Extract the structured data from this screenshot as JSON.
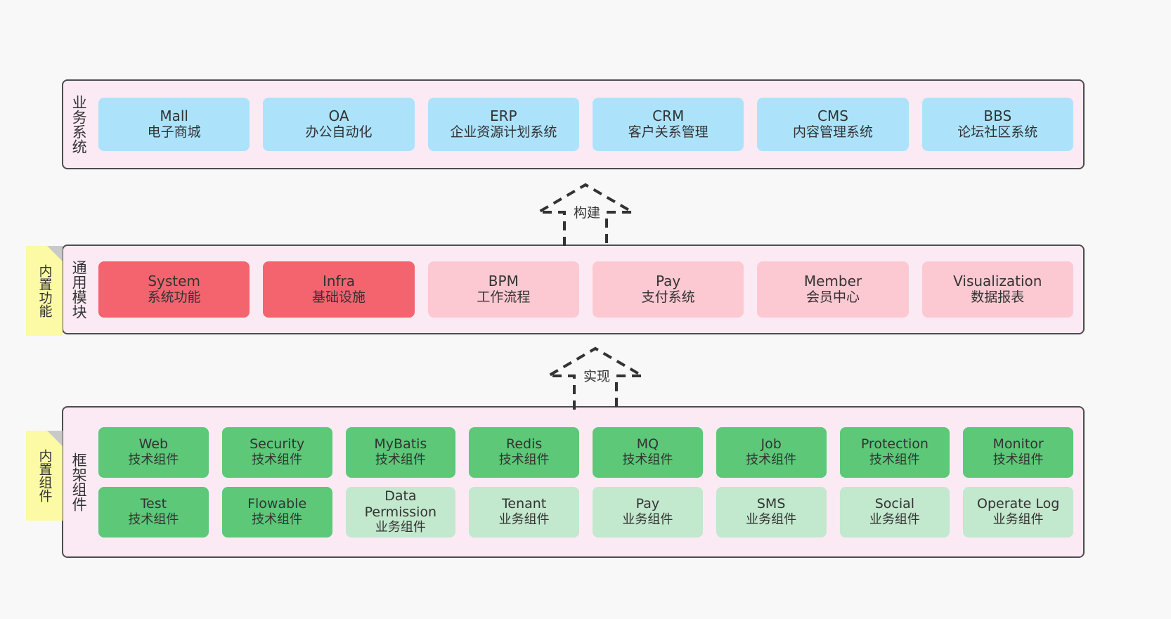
{
  "diagram": {
    "background_color": "#f8f8f8",
    "panel_color": "#fbeaf4",
    "panel_border_color": "#4d4d4d",
    "note_color": "#fcfaa4"
  },
  "notes": [
    {
      "name": "built-in-functions",
      "label": "内置功能"
    },
    {
      "name": "built-in-components",
      "label": "内置组件"
    }
  ],
  "arrows": [
    {
      "name": "build",
      "label": "构建",
      "style": "dashed-hollow-up"
    },
    {
      "name": "implement",
      "label": "实现",
      "style": "dashed-hollow-up"
    }
  ],
  "layers": [
    {
      "name": "business-systems",
      "label": "业务系统",
      "rows": [
        {
          "cells": [
            {
              "title": "Mall",
              "subtitle": "电子商城",
              "color": "#ace3fb"
            },
            {
              "title": "OA",
              "subtitle": "办公自动化",
              "color": "#ace3fb"
            },
            {
              "title": "ERP",
              "subtitle": "企业资源计划系统",
              "color": "#ace3fb"
            },
            {
              "title": "CRM",
              "subtitle": "客户关系管理",
              "color": "#ace3fb"
            },
            {
              "title": "CMS",
              "subtitle": "内容管理系统",
              "color": "#ace3fb"
            },
            {
              "title": "BBS",
              "subtitle": "论坛社区系统",
              "color": "#ace3fb"
            }
          ]
        }
      ]
    },
    {
      "name": "common-modules",
      "label": "通用模块",
      "rows": [
        {
          "cells": [
            {
              "title": "System",
              "subtitle": "系统功能",
              "color": "#f4646f"
            },
            {
              "title": "Infra",
              "subtitle": "基础设施",
              "color": "#f4646f"
            },
            {
              "title": "BPM",
              "subtitle": "工作流程",
              "color": "#fcc9d2"
            },
            {
              "title": "Pay",
              "subtitle": "支付系统",
              "color": "#fcc9d2"
            },
            {
              "title": "Member",
              "subtitle": "会员中心",
              "color": "#fcc9d2"
            },
            {
              "title": "Visualization",
              "subtitle": "数据报表",
              "color": "#fcc9d2"
            }
          ]
        }
      ]
    },
    {
      "name": "framework-components",
      "label": "框架组件",
      "rows": [
        {
          "cells": [
            {
              "title": "Web",
              "subtitle": "技术组件",
              "color": "#5cc878"
            },
            {
              "title": "Security",
              "subtitle": "技术组件",
              "color": "#5cc878"
            },
            {
              "title": "MyBatis",
              "subtitle": "技术组件",
              "color": "#5cc878"
            },
            {
              "title": "Redis",
              "subtitle": "技术组件",
              "color": "#5cc878"
            },
            {
              "title": "MQ",
              "subtitle": "技术组件",
              "color": "#5cc878"
            },
            {
              "title": "Job",
              "subtitle": "技术组件",
              "color": "#5cc878"
            },
            {
              "title": "Protection",
              "subtitle": "技术组件",
              "color": "#5cc878"
            },
            {
              "title": "Monitor",
              "subtitle": "技术组件",
              "color": "#5cc878"
            }
          ]
        },
        {
          "cells": [
            {
              "title": "Test",
              "subtitle": "技术组件",
              "color": "#5cc878"
            },
            {
              "title": "Flowable",
              "subtitle": "技术组件",
              "color": "#5cc878"
            },
            {
              "title": "Data Permission",
              "subtitle": "业务组件",
              "color": "#c2e8cd"
            },
            {
              "title": "Tenant",
              "subtitle": "业务组件",
              "color": "#c2e8cd"
            },
            {
              "title": "Pay",
              "subtitle": "业务组件",
              "color": "#c2e8cd"
            },
            {
              "title": "SMS",
              "subtitle": "业务组件",
              "color": "#c2e8cd"
            },
            {
              "title": "Social",
              "subtitle": "业务组件",
              "color": "#c2e8cd"
            },
            {
              "title": "Operate Log",
              "subtitle": "业务组件",
              "color": "#c2e8cd"
            }
          ]
        }
      ]
    }
  ]
}
